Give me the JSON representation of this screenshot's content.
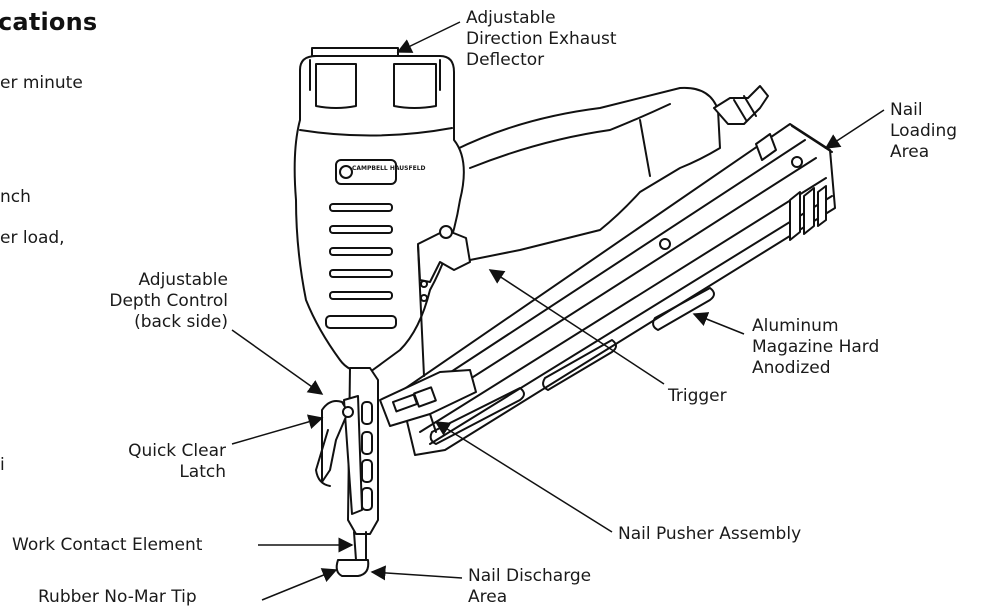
{
  "section": {
    "heading": "cations",
    "spec_fragments": [
      "er minute",
      "nch",
      "er load,",
      "i"
    ]
  },
  "brand_badge": "CAMPBELL HAUSFELD",
  "callouts": {
    "exhaust_deflector": [
      "Adjustable",
      "Direction Exhaust",
      "Deflector"
    ],
    "nail_loading": [
      "Nail",
      "Loading",
      "Area"
    ],
    "depth_control": [
      "Adjustable",
      "Depth Control",
      "(back side)"
    ],
    "magazine": [
      "Aluminum",
      "Magazine Hard",
      "Anodized"
    ],
    "trigger": "Trigger",
    "quick_clear": [
      "Quick Clear",
      "Latch"
    ],
    "nail_pusher": "Nail Pusher Assembly",
    "work_contact": "Work Contact Element",
    "rubber_tip": "Rubber No-Mar Tip",
    "nail_discharge": [
      "Nail Discharge",
      "Area"
    ]
  }
}
